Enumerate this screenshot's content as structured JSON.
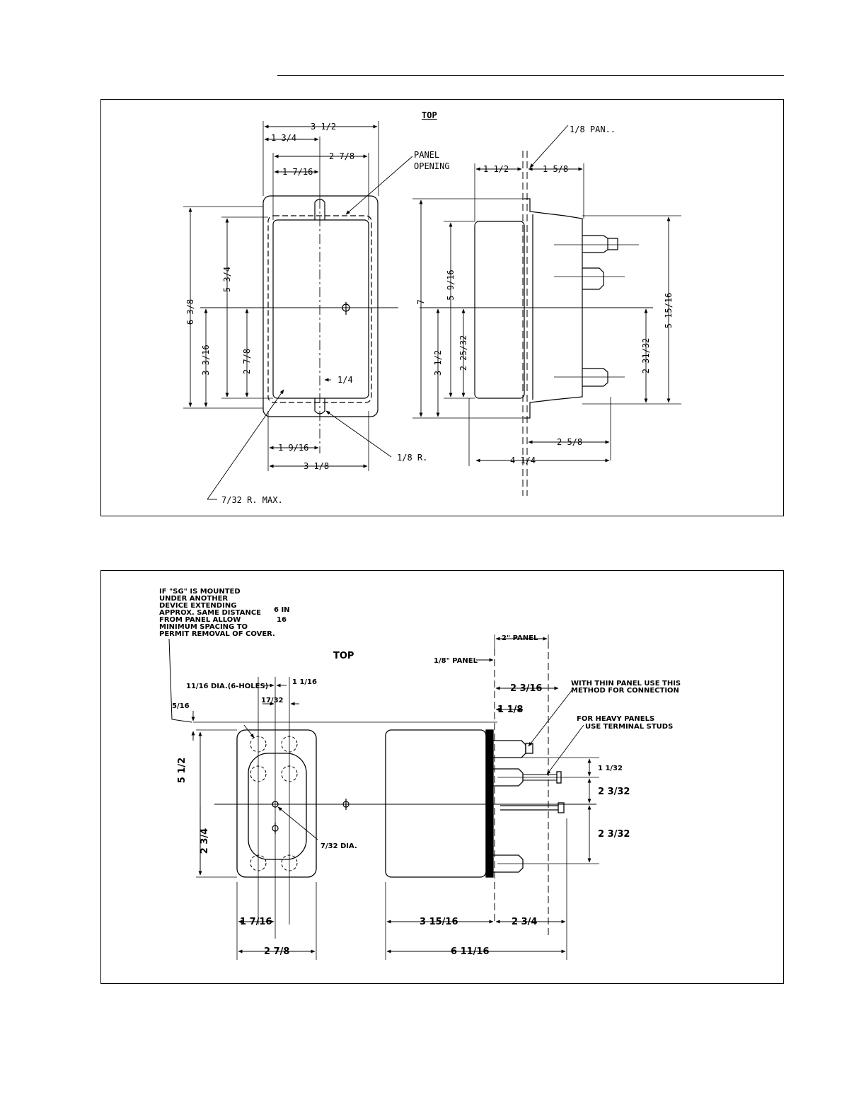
{
  "drawing_1": {
    "view_title": "TOP",
    "panel_note": "1/8 PAN..",
    "panel_opening": [
      "PANEL",
      "OPENING"
    ],
    "dims": {
      "overall_width": "3 1/2",
      "d1_3_4": "1 3/4",
      "d2_7_8": "2 7/8",
      "d1_7_16": "1 7/16",
      "h6_3_8": "6 3/8",
      "h5_3_4": "5 3/4",
      "h3_3_16": "3 3/16",
      "h2_7_8": "2 7/8",
      "slot_1_4": "1/4",
      "w1_9_16": "1 9/16",
      "w3_1_8": "3 1/8",
      "r1_8": "1/8 R.",
      "r7_32": "7/32 R. MAX.",
      "s1_1_2": "1 1/2",
      "s1_5_8": "1 5/8",
      "s7": "7",
      "s5_9_16": "5 9/16",
      "s3_1_2": "3 1/2",
      "s2_25_32": "2 25/32",
      "s5_15_16": "5 15/16",
      "s2_31_32": "2 31/32",
      "s2_5_8": "2 5/8",
      "s4_1_4": "4 1/4"
    }
  },
  "drawing_2": {
    "view_title": "TOP",
    "mount_note": [
      "IF \"SG\" IS MOUNTED",
      "UNDER ANOTHER",
      "DEVICE EXTENDING",
      "APPROX. SAME DISTANCE",
      "FROM PANEL ALLOW",
      "MINIMUM SPACING TO",
      "PERMIT REMOVAL OF COVER."
    ],
    "note_frac_num": "6 IN",
    "note_frac_den": "16",
    "panel_2in": "2\" PANEL",
    "panel_1_8": "1/8\" PANEL",
    "thin_panel_note": [
      "WITH THIN PANEL USE THIS",
      "METHOD FOR CONNECTION"
    ],
    "heavy_panel_note": [
      "FOR HEAVY PANELS",
      "USE TERMINAL STUDS"
    ],
    "holes_label": "11/16 DIA.(6-HOLES)",
    "dims": {
      "d1_1_16": "1 1/16",
      "d17_32": "17/32",
      "d5_16": "5/16",
      "h5_1_2": "5 1/2",
      "h2_3_4": "2 3/4",
      "dia_7_32": "7/32 DIA.",
      "w1_7_16": "1 7/16",
      "w2_7_8": "2 7/8",
      "s2_3_16": "2 3/16",
      "s1_1_8": "1 1/8",
      "s1_1_32": "1 1/32",
      "s2_3_32a": "2 3/32",
      "s2_3_32b": "2 3/32",
      "s3_15_16": "3 15/16",
      "s2_3_4": "2 3/4",
      "s6_11_16": "6 11/16"
    }
  }
}
